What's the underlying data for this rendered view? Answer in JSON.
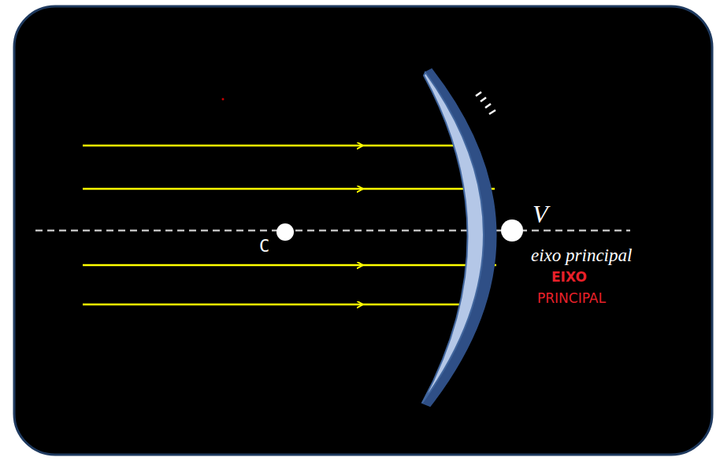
{
  "diagram": {
    "labels": [
      "V",
      "C",
      "eixo principal",
      "EIXO",
      "PRINCIPAL"
    ]
  }
}
